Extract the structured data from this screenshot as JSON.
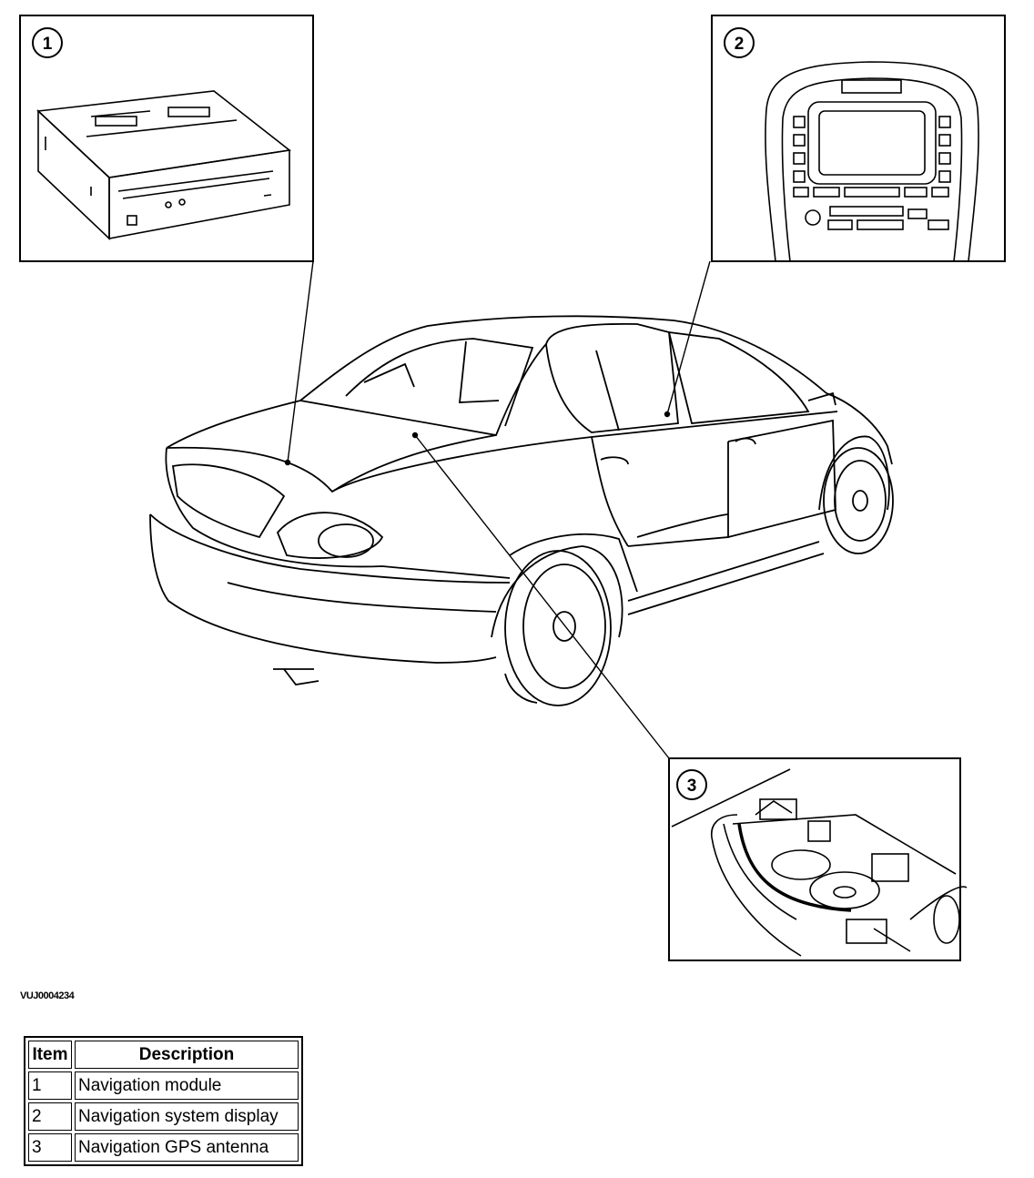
{
  "callouts": [
    {
      "number": "1",
      "part": "Navigation module"
    },
    {
      "number": "2",
      "part": "Navigation system display"
    },
    {
      "number": "3",
      "part": "Navigation GPS antenna"
    }
  ],
  "figure_code": "VUJ0004234",
  "legend": {
    "header_item": "Item",
    "header_description": "Description",
    "rows": [
      {
        "item": "1",
        "description": "Navigation module"
      },
      {
        "item": "2",
        "description": "Navigation system display"
      },
      {
        "item": "3",
        "description": "Navigation GPS antenna"
      }
    ]
  }
}
